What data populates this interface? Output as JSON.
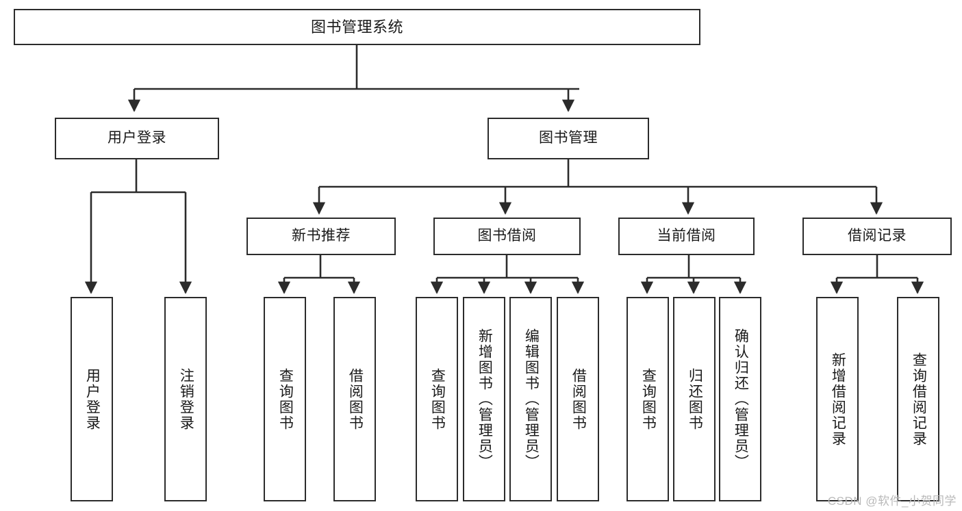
{
  "diagram": {
    "title": "图书管理系统",
    "type": "tree-hierarchy-chart",
    "watermark": "CSDN @软件_小贺同学",
    "colors": {
      "stroke": "#2b2b2b",
      "fill": "#ffffff",
      "text": "#1a1a1a",
      "watermark": "#b9b9b9"
    },
    "nodes": {
      "root": {
        "label": "图书管理系统"
      },
      "level1": [
        {
          "id": "user-login",
          "label": "用户登录"
        },
        {
          "id": "book-manage",
          "label": "图书管理"
        }
      ],
      "level2": [
        {
          "id": "new-book-recommend",
          "label": "新书推荐"
        },
        {
          "id": "book-borrow",
          "label": "图书借阅"
        },
        {
          "id": "current-borrow",
          "label": "当前借阅"
        },
        {
          "id": "borrow-record",
          "label": "借阅记录"
        }
      ],
      "leaves": {
        "user_login": [
          {
            "id": "leaf-user-login",
            "label": "用户登录"
          },
          {
            "id": "leaf-logout-login",
            "label": "注销登录"
          }
        ],
        "new_book_recommend": [
          {
            "id": "leaf-query-book-1",
            "label": "查询图书"
          },
          {
            "id": "leaf-borrow-book-1",
            "label": "借阅图书"
          }
        ],
        "book_borrow": [
          {
            "id": "leaf-query-book-2",
            "label": "查询图书"
          },
          {
            "id": "leaf-add-book",
            "label": "新增图书（管理员）"
          },
          {
            "id": "leaf-edit-book",
            "label": "编辑图书（管理员）"
          },
          {
            "id": "leaf-borrow-book-2",
            "label": "借阅图书"
          }
        ],
        "current_borrow": [
          {
            "id": "leaf-query-book-3",
            "label": "查询图书"
          },
          {
            "id": "leaf-return-book",
            "label": "归还图书"
          },
          {
            "id": "leaf-confirm-return",
            "label": "确认归还（管理员）"
          }
        ],
        "borrow_record": [
          {
            "id": "leaf-add-record",
            "label": "新增借阅记录"
          },
          {
            "id": "leaf-query-record",
            "label": "查询借阅记录"
          }
        ]
      }
    }
  }
}
